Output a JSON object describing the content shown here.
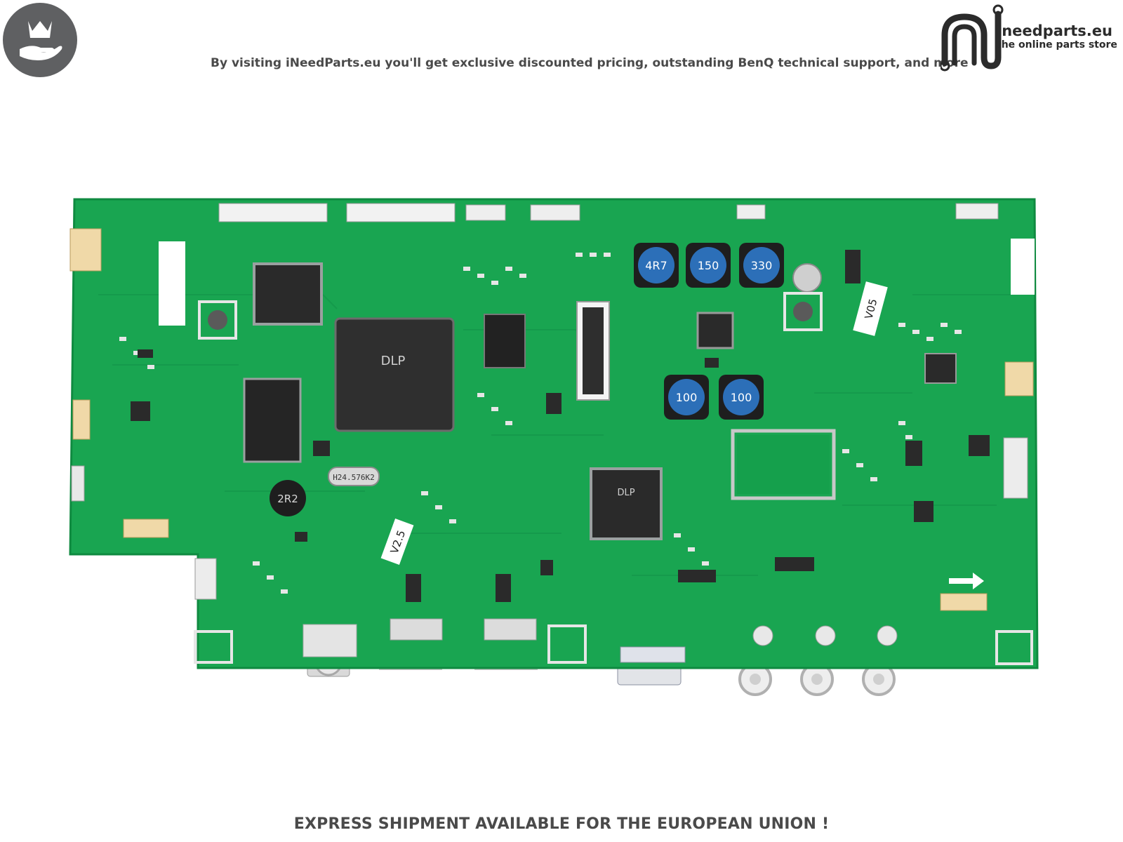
{
  "header": {
    "badge_icon": "crown-hand-icon",
    "tagline": "By visiting iNeedParts.eu you'll get exclusive discounted pricing, outstanding BenQ technical support, and more",
    "logo_name": "ineedparts.eu",
    "logo_tagline": "the online parts store",
    "logo_icon": "n-circuit-logo-icon"
  },
  "photo": {
    "subject": "main-board-photo",
    "colors": {
      "pcb": "#19a551",
      "pcb_dark": "#0f8a40",
      "chip": "#2a2a2a",
      "capacitor": "#2c6fb8"
    },
    "markings": {
      "dlp_chip": "DLP",
      "inductor_1": "4R7",
      "inductor_2": "150",
      "inductor_3": "330",
      "inductor_4": "100",
      "inductor_5": "100",
      "inductor_6": "2R2",
      "crystal": "H24.576K2",
      "sticker_1": "V2.5",
      "sticker_2": "V05"
    }
  },
  "footer": {
    "text": "EXPRESS SHIPMENT AVAILABLE FOR THE EUROPEAN UNION !"
  }
}
